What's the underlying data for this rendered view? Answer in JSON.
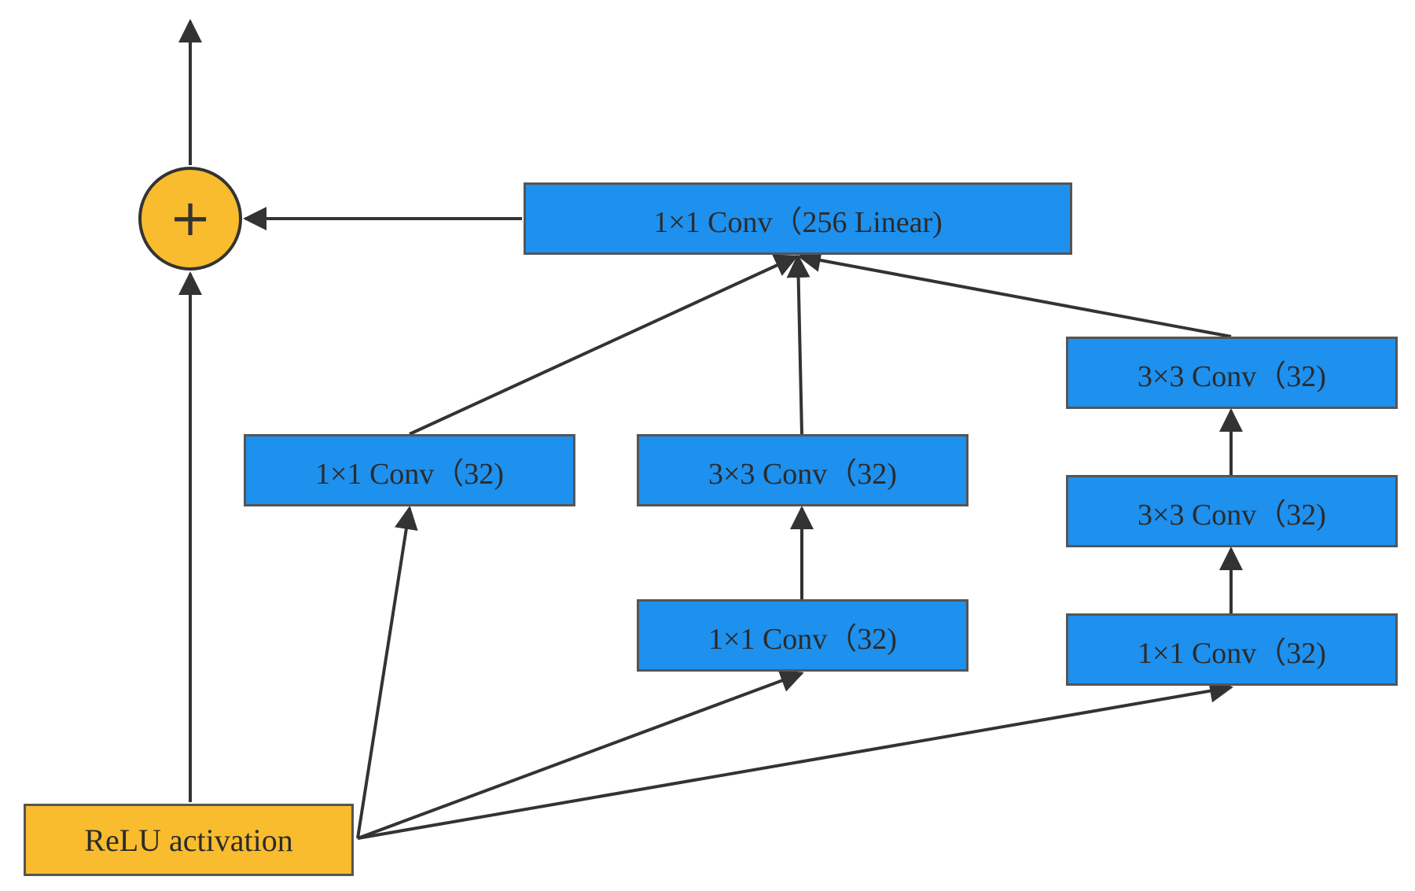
{
  "colors": {
    "conv": "#1e90ee",
    "activation": "#f8bc2e",
    "stroke": "#333333"
  },
  "nodes": {
    "linear": "1×1 Conv（256 Linear)",
    "b1_conv1x1": "1×1 Conv（32)",
    "b2_conv1x1": "1×1 Conv（32)",
    "b2_conv3x3": "3×3 Conv（32)",
    "b3_conv1x1": "1×1 Conv（32)",
    "b3_conv3x3_a": "3×3 Conv（32)",
    "b3_conv3x3_b": "3×3 Conv（32)",
    "relu": "ReLU activation",
    "add": "+"
  }
}
